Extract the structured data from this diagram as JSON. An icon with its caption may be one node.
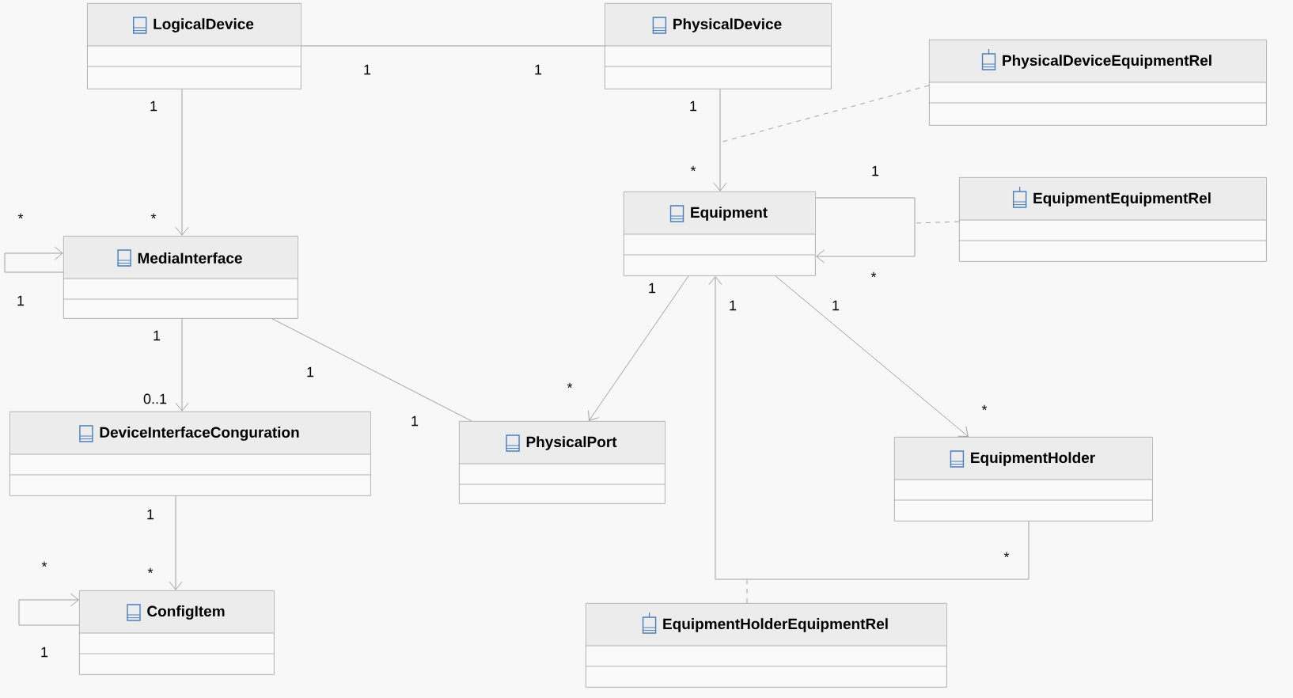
{
  "diagram": {
    "nodes": [
      {
        "text": [
          "LogicalDevice"
        ]
      },
      {
        "text": [
          "PhysicalDevice"
        ]
      },
      {
        "text": [
          "PhysicalDeviceEquipmentRel"
        ]
      },
      {
        "text": [
          "Equipment"
        ]
      },
      {
        "text": [
          "EquipmentEquipmentRel"
        ]
      },
      {
        "text": [
          "MediaInterface"
        ]
      },
      {
        "text": [
          "DeviceInterfaceConguration"
        ]
      },
      {
        "text": [
          "PhysicalPort"
        ]
      },
      {
        "text": [
          "EquipmentHolder"
        ]
      },
      {
        "text": [
          "ConfigItem"
        ]
      },
      {
        "text": [
          "EquipmentHolderEquipmentRel"
        ]
      }
    ],
    "edges": [
      {
        "from": 0,
        "to": 1,
        "arrow": "none"
      },
      {
        "from": 0,
        "to": 5,
        "arrow": "to"
      },
      {
        "from": 5,
        "to": 5,
        "arrow": "to"
      },
      {
        "from": 1,
        "to": 3,
        "arrow": "to"
      },
      {
        "from": 2,
        "to": null,
        "arrow": "none",
        "style": "dashed"
      },
      {
        "from": 3,
        "to": 3,
        "arrow": "to"
      },
      {
        "from": 4,
        "to": null,
        "arrow": "none",
        "style": "dashed"
      },
      {
        "from": 5,
        "to": 6,
        "arrow": "to"
      },
      {
        "from": 5,
        "to": 7,
        "arrow": "none"
      },
      {
        "from": 3,
        "to": 7,
        "arrow": "to"
      },
      {
        "from": 8,
        "to": 3,
        "arrow": "to"
      },
      {
        "from": 3,
        "to": 8,
        "arrow": "to"
      },
      {
        "from": 10,
        "to": null,
        "arrow": "none",
        "style": "dashed"
      },
      {
        "from": 6,
        "to": 9,
        "arrow": "to"
      },
      {
        "from": 9,
        "to": 9,
        "arrow": "to"
      }
    ],
    "labels": [
      "1",
      "1",
      "1",
      "1",
      "*",
      "1",
      "*",
      "*",
      "*",
      "1",
      "1",
      "1",
      "1",
      "1",
      "1",
      "*",
      "0..1",
      "*",
      "1",
      "1",
      "*",
      "*",
      "*",
      "1"
    ]
  }
}
